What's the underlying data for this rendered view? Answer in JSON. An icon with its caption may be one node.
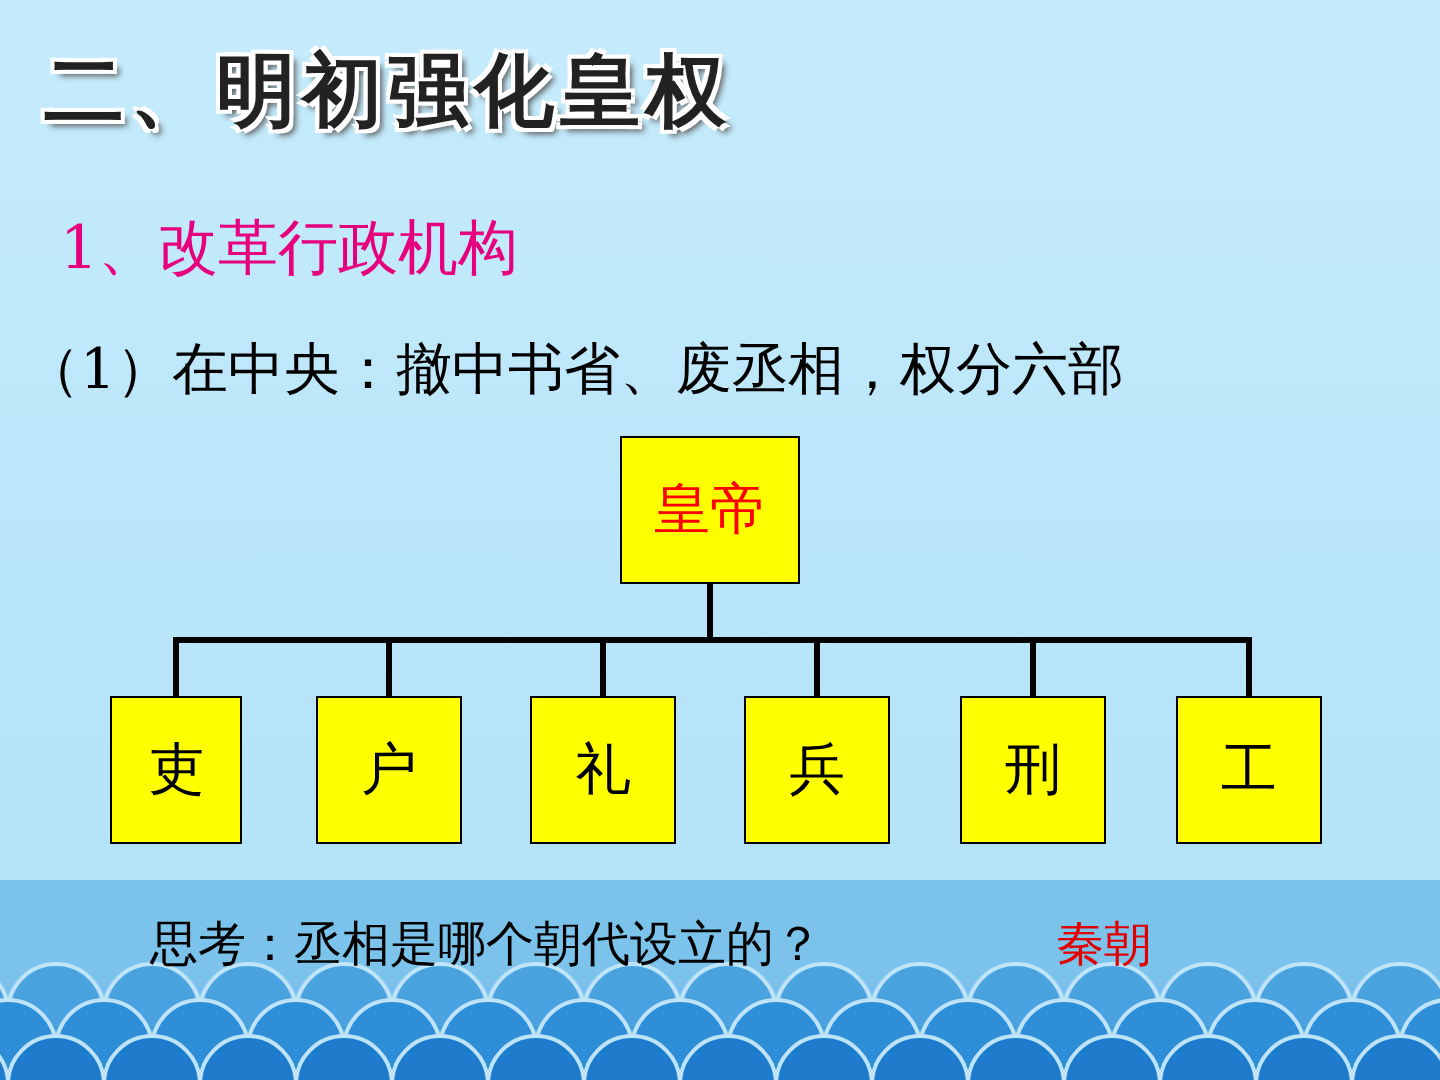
{
  "diagram": {
    "title": "二、明初强化皇权",
    "nodes": [
      {
        "text": [
          "皇帝"
        ]
      },
      {
        "text": [
          "吏"
        ]
      },
      {
        "text": [
          "户"
        ]
      },
      {
        "text": [
          "礼"
        ]
      },
      {
        "text": [
          "兵"
        ]
      },
      {
        "text": [
          "刑"
        ]
      },
      {
        "text": [
          "工"
        ]
      }
    ],
    "edges": [
      {
        "from": 0,
        "to": 1,
        "arrow": "none"
      },
      {
        "from": 0,
        "to": 2,
        "arrow": "none"
      },
      {
        "from": 0,
        "to": 3,
        "arrow": "none"
      },
      {
        "from": 0,
        "to": 4,
        "arrow": "none"
      },
      {
        "from": 0,
        "to": 5,
        "arrow": "none"
      },
      {
        "from": 0,
        "to": 6,
        "arrow": "none"
      }
    ],
    "labels": [
      "1、改革行政机构",
      "（1）在中央：撤中书省、废丞相，权分六部",
      "思考：丞相是哪个朝代设立的？",
      "秦朝"
    ]
  }
}
